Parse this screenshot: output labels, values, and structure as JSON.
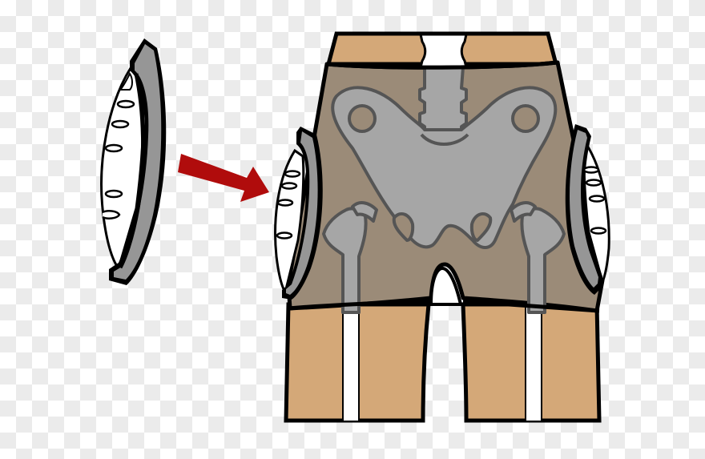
{
  "diagram": {
    "description": "Hip protector pad being inserted into protective underwear over the pelvis",
    "elements": {
      "loose_pad": "hip-protector-pad",
      "arrow": "insert-arrow",
      "garment": "protective-shorts",
      "skeleton": "pelvis-and-femurs",
      "pad_left_inserted": "hip-pad-left",
      "pad_right_inserted": "hip-pad-right"
    },
    "colors": {
      "background_light": "#ffffff",
      "background_dark": "#ebebeb",
      "skin": "#d4a878",
      "garment": "#9b8b78",
      "bone": "#a6a6a6",
      "bone_outline": "#555555",
      "pad_shell": "#969696",
      "pad_foam": "#ffffff",
      "outline": "#000000",
      "arrow": "#b00c0c"
    }
  }
}
